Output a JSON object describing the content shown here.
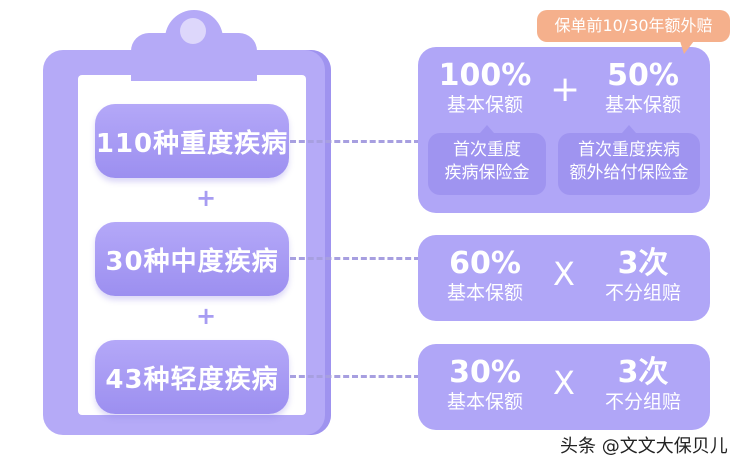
{
  "clipboard": {
    "diseases": [
      {
        "label": "110种重度疾病"
      },
      {
        "label": "30种中度疾病"
      },
      {
        "label": "43种轻度疾病"
      }
    ],
    "plus": "+"
  },
  "cards": {
    "major": {
      "tag": "保单前10/30年额外赔",
      "left": {
        "pct": "100%",
        "label": "基本保额",
        "sub_line1": "首次重度",
        "sub_line2": "疾病保险金"
      },
      "operator": "+",
      "right": {
        "pct": "50%",
        "label": "基本保额",
        "sub_line1": "首次重度疾病",
        "sub_line2": "额外给付保险金"
      }
    },
    "moderate": {
      "pct": "60%",
      "label": "基本保额",
      "operator": "X",
      "times": "3次",
      "times_label": "不分组赔"
    },
    "mild": {
      "pct": "30%",
      "label": "基本保额",
      "operator": "X",
      "times": "3次",
      "times_label": "不分组赔"
    }
  },
  "watermark": "头条 @文文大保贝儿",
  "colors": {
    "primary": "#b0a6f7",
    "accent": "#f5b08c",
    "dark": "#9f94f0"
  }
}
